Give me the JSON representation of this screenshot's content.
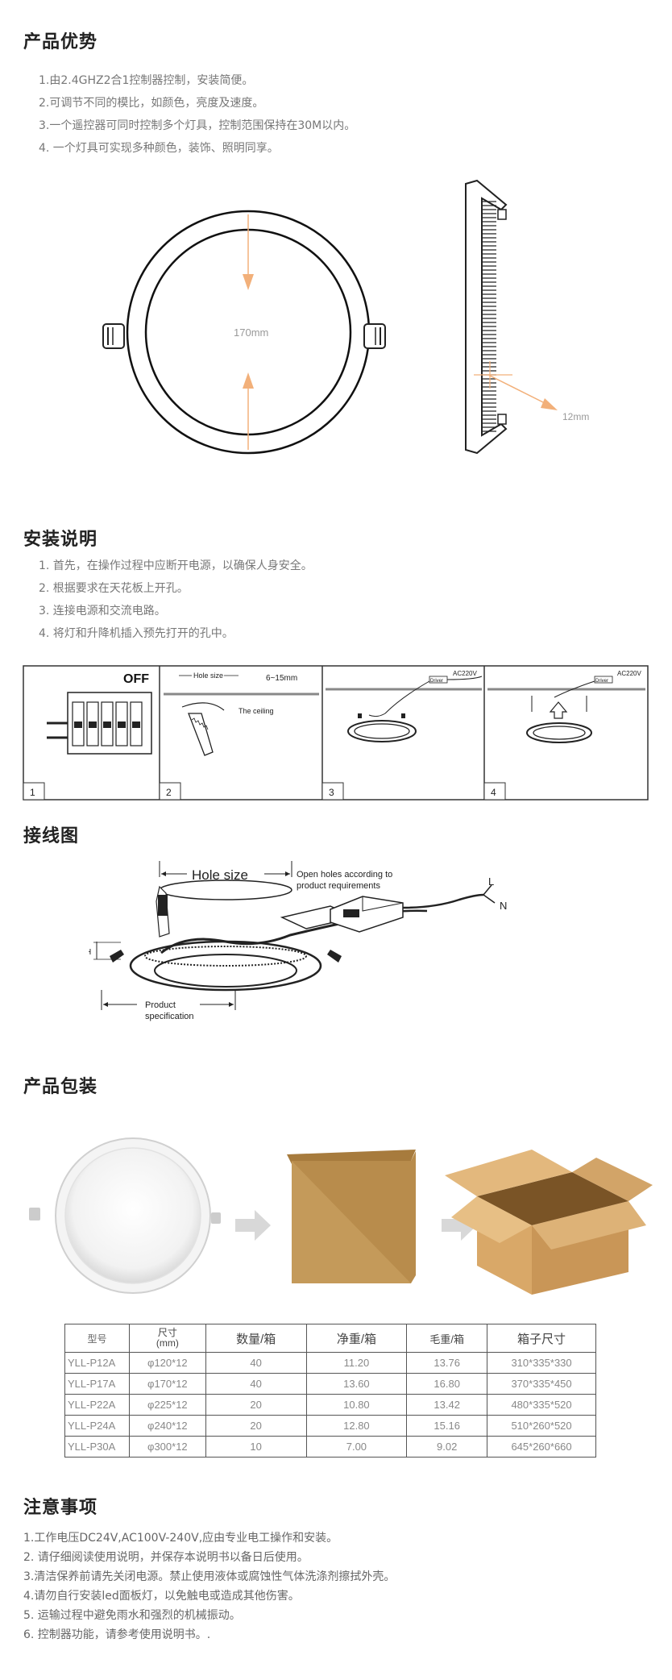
{
  "sections": {
    "advantages": {
      "title": "产品优势",
      "items": [
        "1.由2.4GHZ2合1控制器控制，安装简便。",
        "2.可调节不同的模比，如颜色，亮度及速度。",
        "3.一个遥控器可同时控制多个灯具，控制范围保持在30M以内。",
        "4. 一个灯具可实现多种颜色，装饰、照明同享。"
      ],
      "diagram": {
        "diameter_label": "170mm",
        "thickness_label": "12mm"
      }
    },
    "installation": {
      "title": "安装说明",
      "items": [
        "1. 首先，在操作过程中应断开电源，以确保人身安全。",
        "2. 根据要求在天花板上开孔。",
        "3. 连接电源和交流电路。",
        "4. 将灯和升降机插入预先打开的孔中。"
      ],
      "steps": [
        {
          "num": "1",
          "label": "OFF"
        },
        {
          "num": "2",
          "hole_label": "Hole size",
          "depth_label": "6~15mm",
          "ceiling_label": "The ceiling"
        },
        {
          "num": "3",
          "driver_label": "Driver",
          "power_label": "AC220V"
        },
        {
          "num": "4",
          "driver_label": "Driver",
          "power_label": "AC220V"
        }
      ]
    },
    "wiring": {
      "title": "接线图",
      "hole_size": "Hole size",
      "open_holes_1": "Open holes according to",
      "open_holes_2": "product requirements",
      "product_spec_1": "Product",
      "product_spec_2": "specification",
      "h_label": "H",
      "l_label": "L",
      "n_label": "N"
    },
    "packaging": {
      "title": "产品包装",
      "table": {
        "headers": [
          "型号",
          "尺寸(mm)",
          "数量/箱",
          "净重/箱",
          "毛重/箱",
          "箱子尺寸"
        ],
        "size_header_line1": "尺寸",
        "size_header_line2": "(mm)",
        "rows": [
          [
            "YLL-P12A",
            "φ120*12",
            "40",
            "11.20",
            "13.76",
            "310*335*330"
          ],
          [
            "YLL-P17A",
            "φ170*12",
            "40",
            "13.60",
            "16.80",
            "370*335*450"
          ],
          [
            "YLL-P22A",
            "φ225*12",
            "20",
            "10.80",
            "13.42",
            "480*335*520"
          ],
          [
            "YLL-P24A",
            "φ240*12",
            "20",
            "12.80",
            "15.16",
            "510*260*520"
          ],
          [
            "YLL-P30A",
            "φ300*12",
            "10",
            "7.00",
            "9.02",
            "645*260*660"
          ]
        ]
      }
    },
    "notes": {
      "title": "注意事项",
      "items": [
        "1.工作电压DC24V,AC100V-240V,应由专业电工操作和安装。",
        "2. 请仔细阅读使用说明，并保存本说明书以备日后使用。",
        "3.清洁保养前请先关闭电源。禁止使用液体或腐蚀性气体洗涤剂擦拭外壳。",
        "4.请勿自行安装led面板灯，以免触电或造成其他伤害。",
        "5. 运输过程中避免雨水和强烈的机械振动。",
        "6. 控制器功能，请参考使用说明书。."
      ]
    }
  },
  "colors": {
    "arrow_orange": "#f2b07a",
    "box_brown": "#c49a5a",
    "arrow_gray": "#d8d8d8"
  }
}
